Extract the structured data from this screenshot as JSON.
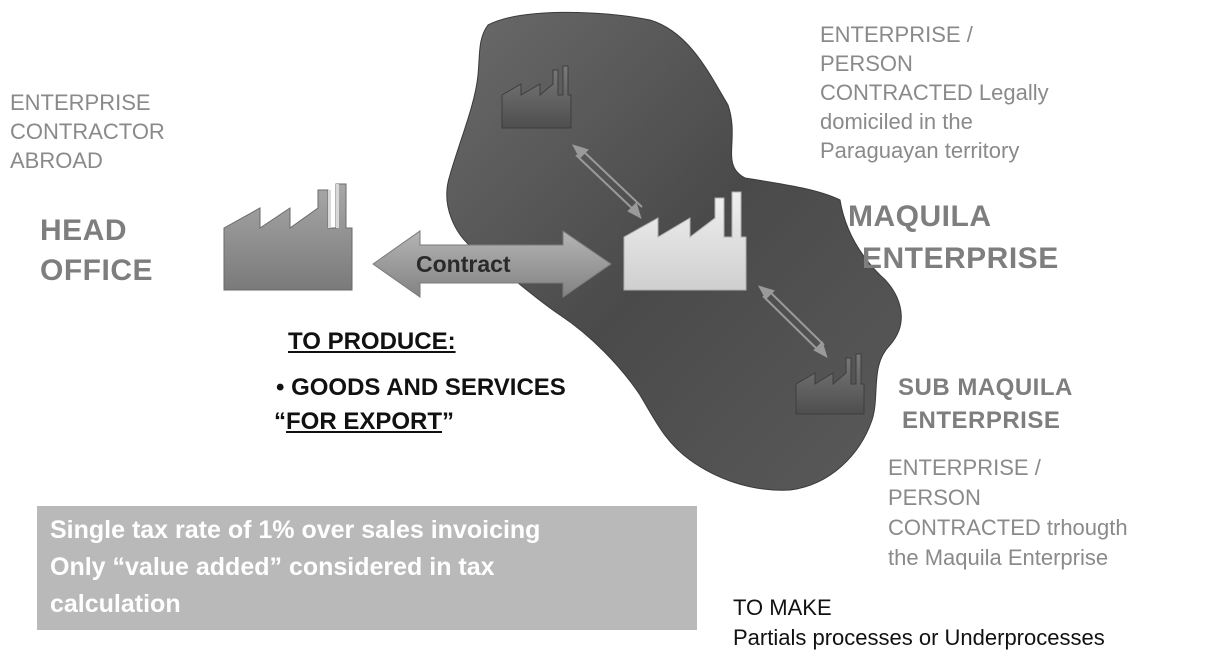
{
  "head_office": {
    "subtitle_lines": [
      "ENTERPRISE",
      "CONTRACTOR",
      "ABROAD"
    ],
    "title_lines": [
      "HEAD",
      "OFFICE"
    ]
  },
  "contract_label": "Contract",
  "to_produce": {
    "heading": "TO PRODUCE:",
    "bullet": "• GOODS AND SERVICES",
    "export_open": "“",
    "export_text": "FOR EXPORT",
    "export_close": "”"
  },
  "maquila": {
    "description_lines": [
      "ENTERPRISE /",
      "PERSON",
      "CONTRACTED Legally",
      "domiciled in the",
      "Paraguayan territory"
    ],
    "title_lines": [
      "MAQUILA",
      "ENTERPRISE"
    ]
  },
  "sub_maquila": {
    "title_lines": [
      "SUB MAQUILA",
      "ENTERPRISE"
    ],
    "description_lines": [
      "ENTERPRISE /",
      "PERSON",
      "CONTRACTED trhougth",
      "the Maquila Enterprise"
    ]
  },
  "to_make": {
    "heading": "TO MAKE",
    "detail": "Partials processes or Underprocesses"
  },
  "tax_box": {
    "lines": [
      "Single tax rate of 1% over sales invoicing",
      "Only “value added” considered in tax",
      "calculation"
    ]
  },
  "colors": {
    "map_fill": "#4d4d4d",
    "factory_fill": "#8f8f8f",
    "factory_light": "#e4e4e4",
    "arrow_fill": "#9a9a9a",
    "tax_box_fill": "#b9b9b9"
  }
}
